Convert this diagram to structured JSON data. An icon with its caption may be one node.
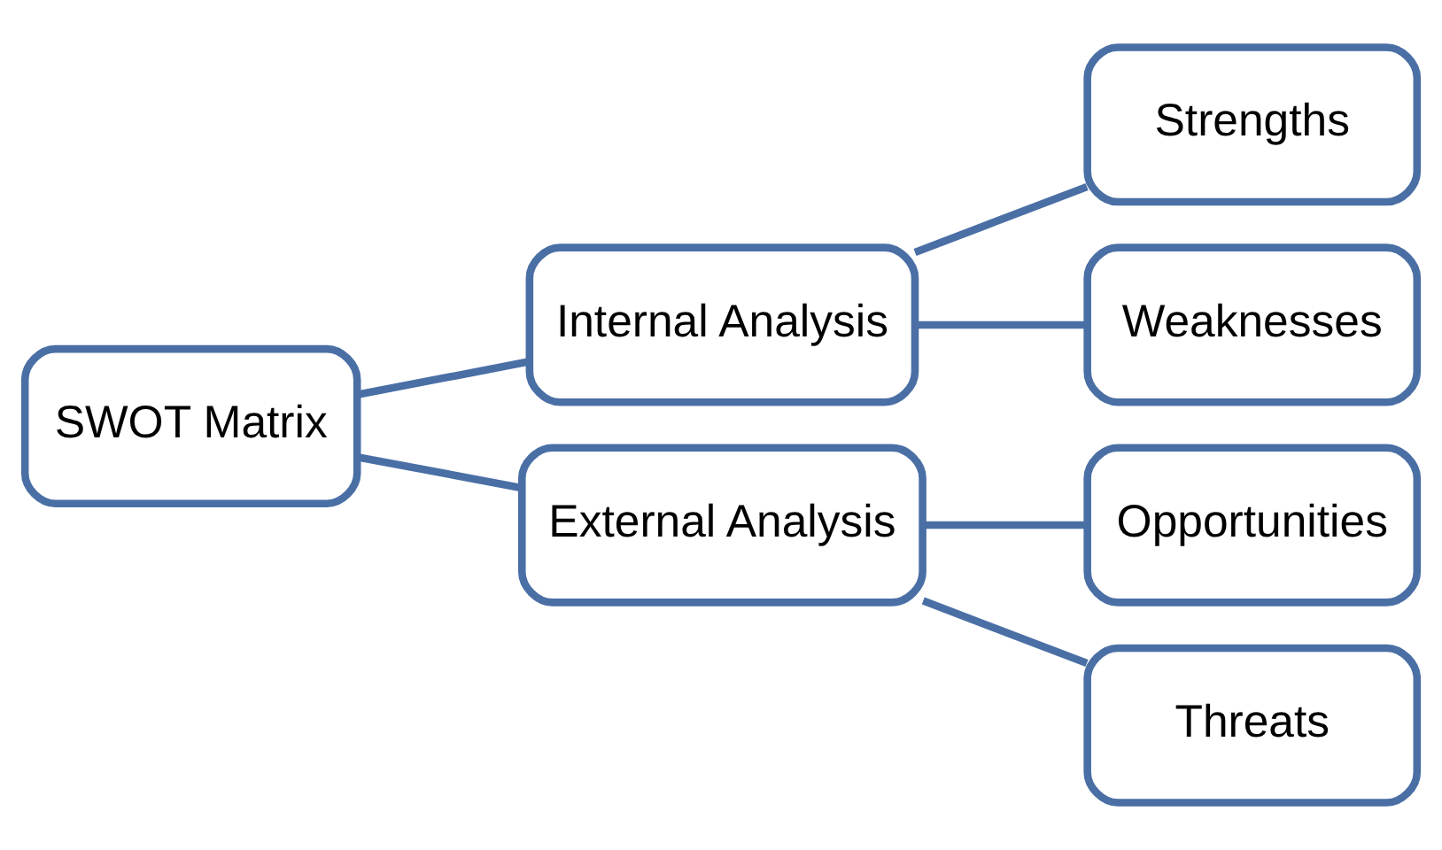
{
  "diagram": {
    "nodes": [
      {
        "text": [
          "SWOT Matrix"
        ]
      },
      {
        "text": [
          "Internal Analysis"
        ]
      },
      {
        "text": [
          "Strengths"
        ]
      },
      {
        "text": [
          "Weaknesses"
        ]
      },
      {
        "text": [
          "External Analysis"
        ]
      },
      {
        "text": [
          "Opportunities"
        ]
      },
      {
        "text": [
          "Threats"
        ]
      }
    ],
    "edges": [
      {
        "from": 0,
        "to": 1,
        "arrow": "none"
      },
      {
        "from": 1,
        "to": 2,
        "arrow": "none"
      },
      {
        "from": 1,
        "to": 3,
        "arrow": "none"
      },
      {
        "from": 0,
        "to": 4,
        "arrow": "none"
      },
      {
        "from": 4,
        "to": 5,
        "arrow": "none"
      },
      {
        "from": 4,
        "to": 6,
        "arrow": "none"
      }
    ]
  }
}
